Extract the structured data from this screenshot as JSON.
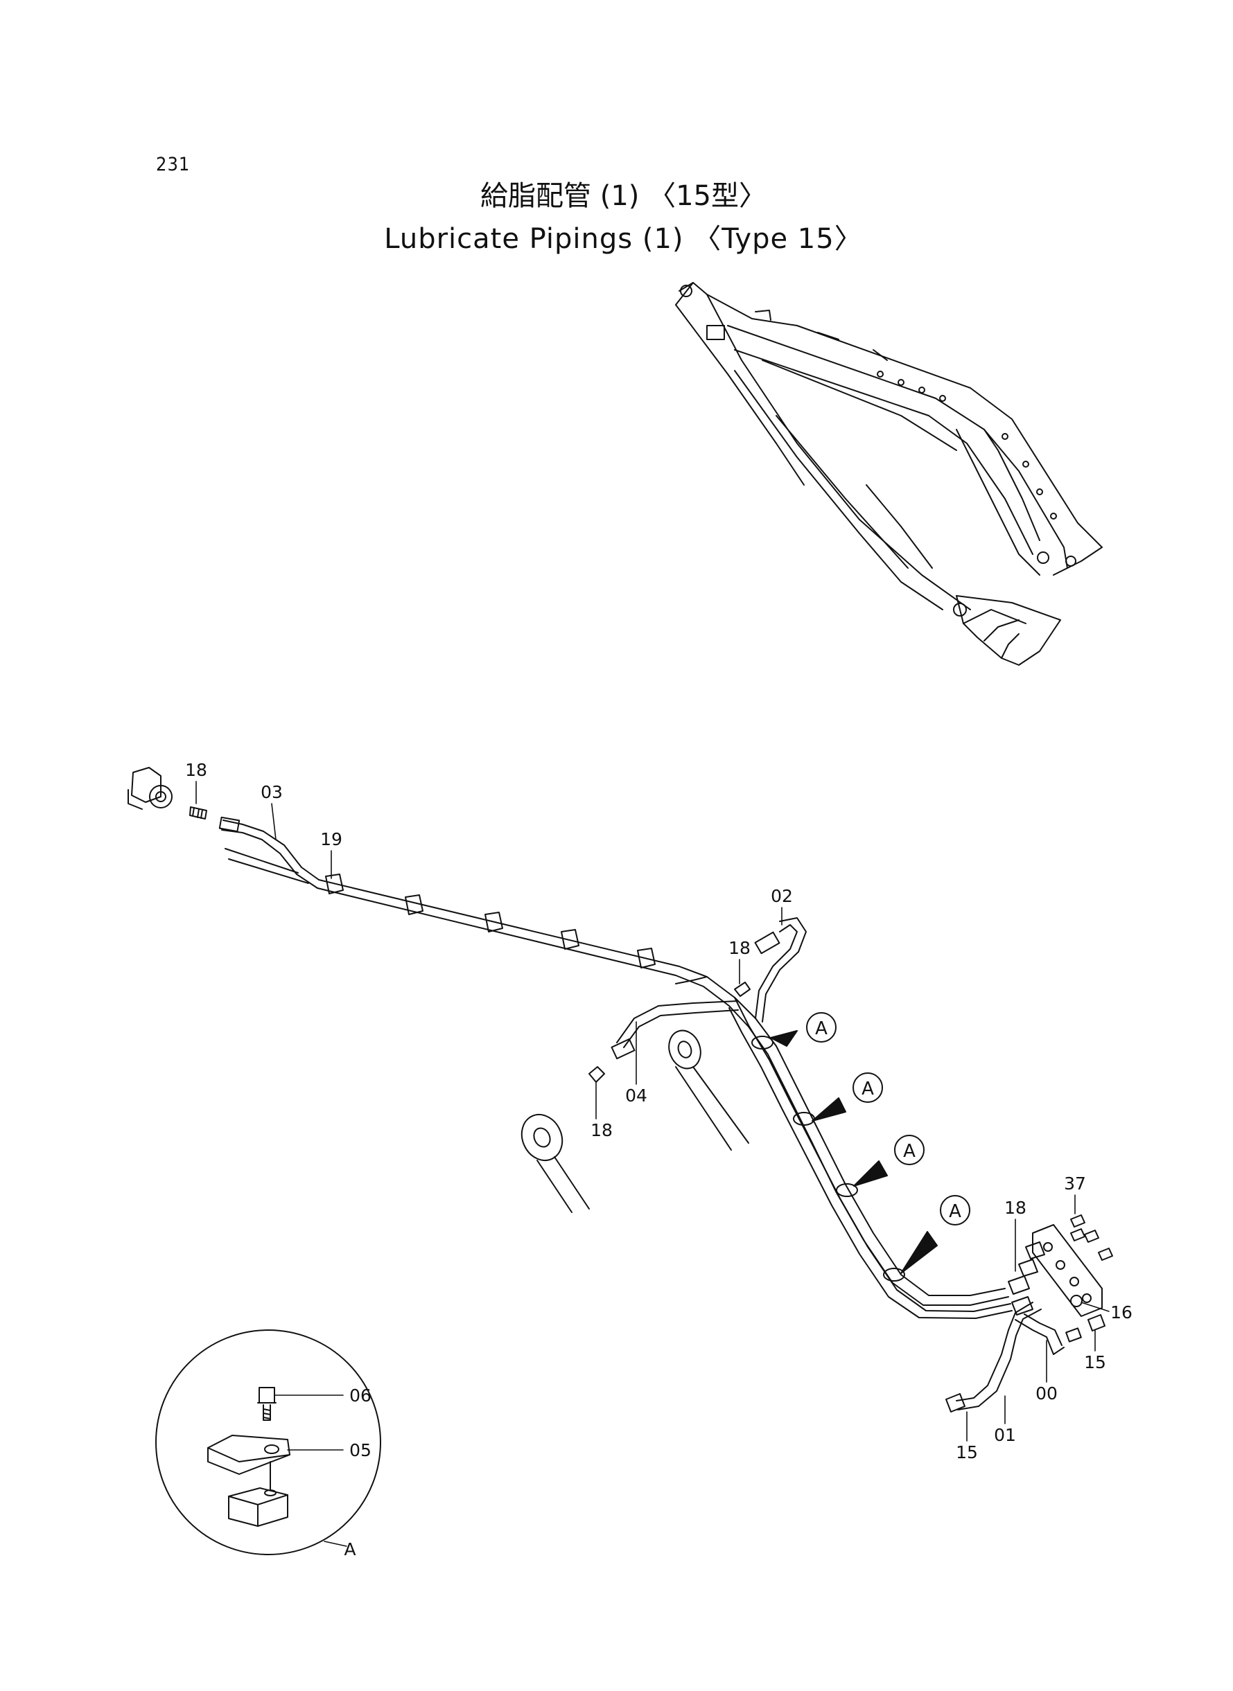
{
  "page_number": "231",
  "title_jp": "給脂配管 (1) 〈15型〉",
  "title_en": "Lubricate Pipings (1) 〈Type 15〉",
  "detail_label": "A",
  "callout_letter": "A",
  "part_labels": {
    "p18_top": "18",
    "p03": "03",
    "p19": "19",
    "p02": "02",
    "p18_mid": "18",
    "p04": "04",
    "p18_low": "18",
    "p37": "37",
    "p18_right": "18",
    "p16": "16",
    "p15_right": "15",
    "p00": "00",
    "p15_bottom": "15",
    "p01": "01",
    "p06": "06",
    "p05": "05"
  }
}
